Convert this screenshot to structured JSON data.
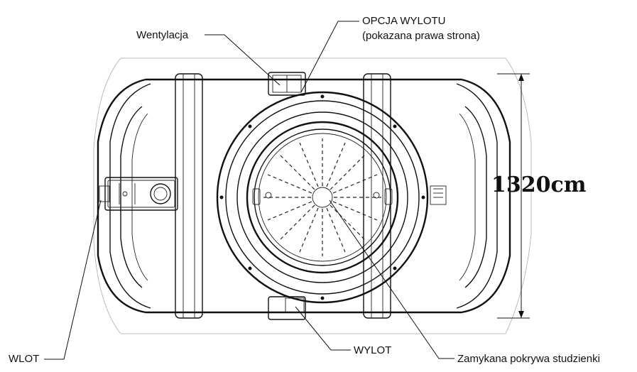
{
  "labels": {
    "vent": "Wentylacja",
    "outlet_option_1": "OPCJA WYLOTU",
    "outlet_option_2": "(pokazana prawa strona)",
    "inlet": "WLOT",
    "outlet": "WYLOT",
    "cover": "Zamykana pokrywa studzienki"
  },
  "dimension": "1320cm"
}
